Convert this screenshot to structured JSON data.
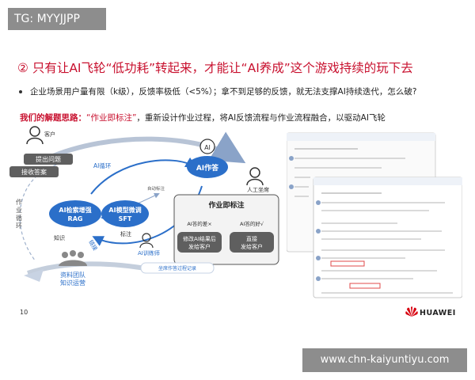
{
  "watermark_top": "TG: MYYJJPP",
  "title": "② 只有让AI飞轮“低功耗”转起来，才能让“AI养成”这个游戏持续的玩下去",
  "bullet": "企业场景用户量有限（k级），反馈率极低（<5%）；拿不到足够的反馈，就无法支撑AI持续迭代，怎么破?",
  "solution": {
    "prefix": "我们的解题思路：",
    "highlight": "“作业即标注”",
    "rest": "，重新设计作业过程，将AI反馈流程与作业流程融合，以驱动AI飞轮"
  },
  "diagram": {
    "customer_label": "客户",
    "ask_box": "提出问题",
    "receive_box": "接收答案",
    "work_loop": "作业循环",
    "ai_loop": "AI循环",
    "ai_icon": "AI",
    "ai_work": "AI作答",
    "agent_label": "人工坐席",
    "rag_line1": "AI检索增强",
    "rag_line2": "RAG",
    "sft_line1": "AI模型微调",
    "sft_line2": "SFT",
    "small_up": "自动标注",
    "label_annotate": "标注",
    "label_knowledge": "知识",
    "label_link": "链接",
    "trainer": "AI训练师",
    "panel_title": "作业即标注",
    "bad_answer": "AI答的差×",
    "good_answer": "AI答的好√",
    "bad_action_1": "修改AI结果后",
    "bad_action_2": "发给客户",
    "good_action_1": "直接",
    "good_action_2": "发给客户",
    "team_1": "资料团队",
    "team_2": "知识运营",
    "record": "坐席作答过程记录"
  },
  "page_number": "10",
  "brand": "HUAWEI",
  "watermark_bottom": "www.chn-kaiyuntiyu.com",
  "colors": {
    "accent_red": "#c8102e",
    "ai_blue": "#2b6fc9",
    "grey_box": "#5f5f5f",
    "watermark_bg": "#8d8d8d"
  }
}
